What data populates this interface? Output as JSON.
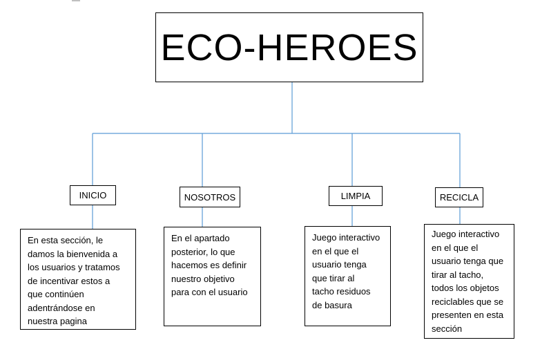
{
  "diagram": {
    "title": "ECO-HEROES",
    "line_color": "#5b9bd5",
    "sections": [
      {
        "label": "INICIO",
        "description": [
          "En esta sección, le",
          "damos la bienvenida a",
          "los usuarios y tratamos",
          "de incentivar estos a",
          "que continúen",
          "adentrándose en",
          "nuestra pagina"
        ]
      },
      {
        "label": "NOSOTROS",
        "description": [
          "En el apartado",
          "posterior, lo que",
          "hacemos es definir",
          "nuestro objetivo",
          "para con el usuario"
        ]
      },
      {
        "label": "LIMPIA",
        "description": [
          "Juego interactivo",
          "en el que el",
          "usuario tenga",
          "que tirar al",
          "tacho residuos",
          "de basura"
        ]
      },
      {
        "label": "RECICLA",
        "description": [
          "Juego interactivo",
          "en el que el",
          "usuario tenga que",
          "tirar al tacho,",
          "todos los objetos",
          "reciclables que se",
          "presenten en esta",
          "sección"
        ]
      }
    ]
  }
}
